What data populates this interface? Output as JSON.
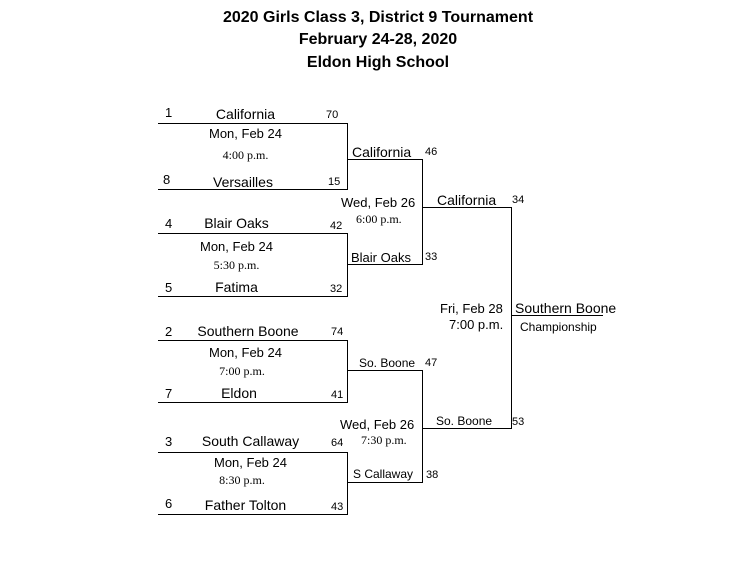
{
  "header": {
    "title": "2020 Girls Class 3, District 9 Tournament",
    "dates": "February 24-28, 2020",
    "location": "Eldon High School"
  },
  "round1": [
    {
      "top_seed": "1",
      "top_team": "California",
      "top_score": "70",
      "day": "Mon, Feb 24",
      "time": "4:00 p.m.",
      "bottom_seed": "8",
      "bottom_team": "Versailles",
      "bottom_score": "15"
    },
    {
      "top_seed": "4",
      "top_team": "Blair Oaks",
      "top_score": "42",
      "day": "Mon, Feb 24",
      "time": "5:30 p.m.",
      "bottom_seed": "5",
      "bottom_team": "Fatima",
      "bottom_score": "32"
    },
    {
      "top_seed": "2",
      "top_team": "Southern Boone",
      "top_score": "74",
      "day": "Mon, Feb 24",
      "time": "7:00 p.m.",
      "bottom_seed": "7",
      "bottom_team": "Eldon",
      "bottom_score": "41"
    },
    {
      "top_seed": "3",
      "top_team": "South Callaway",
      "top_score": "64",
      "day": "Mon, Feb 24",
      "time": "8:30 p.m.",
      "bottom_seed": "6",
      "bottom_team": "Father Tolton",
      "bottom_score": "43"
    }
  ],
  "semis": [
    {
      "top_team": "California",
      "top_score": "46",
      "day": "Wed, Feb 26",
      "time": "6:00 p.m.",
      "bottom_team": "Blair Oaks",
      "bottom_score": "33"
    },
    {
      "top_team": "So. Boone",
      "top_score": "47",
      "day": "Wed, Feb 26",
      "time": "7:30 p.m.",
      "bottom_team": "S Callaway",
      "bottom_score": "38"
    }
  ],
  "final": {
    "top_team": "California",
    "top_score": "34",
    "day": "Fri, Feb 28",
    "time": "7:00 p.m.",
    "bottom_team": "So. Boone",
    "bottom_score": "53",
    "champion": "Southern Boone",
    "champion_label": "Championship"
  }
}
